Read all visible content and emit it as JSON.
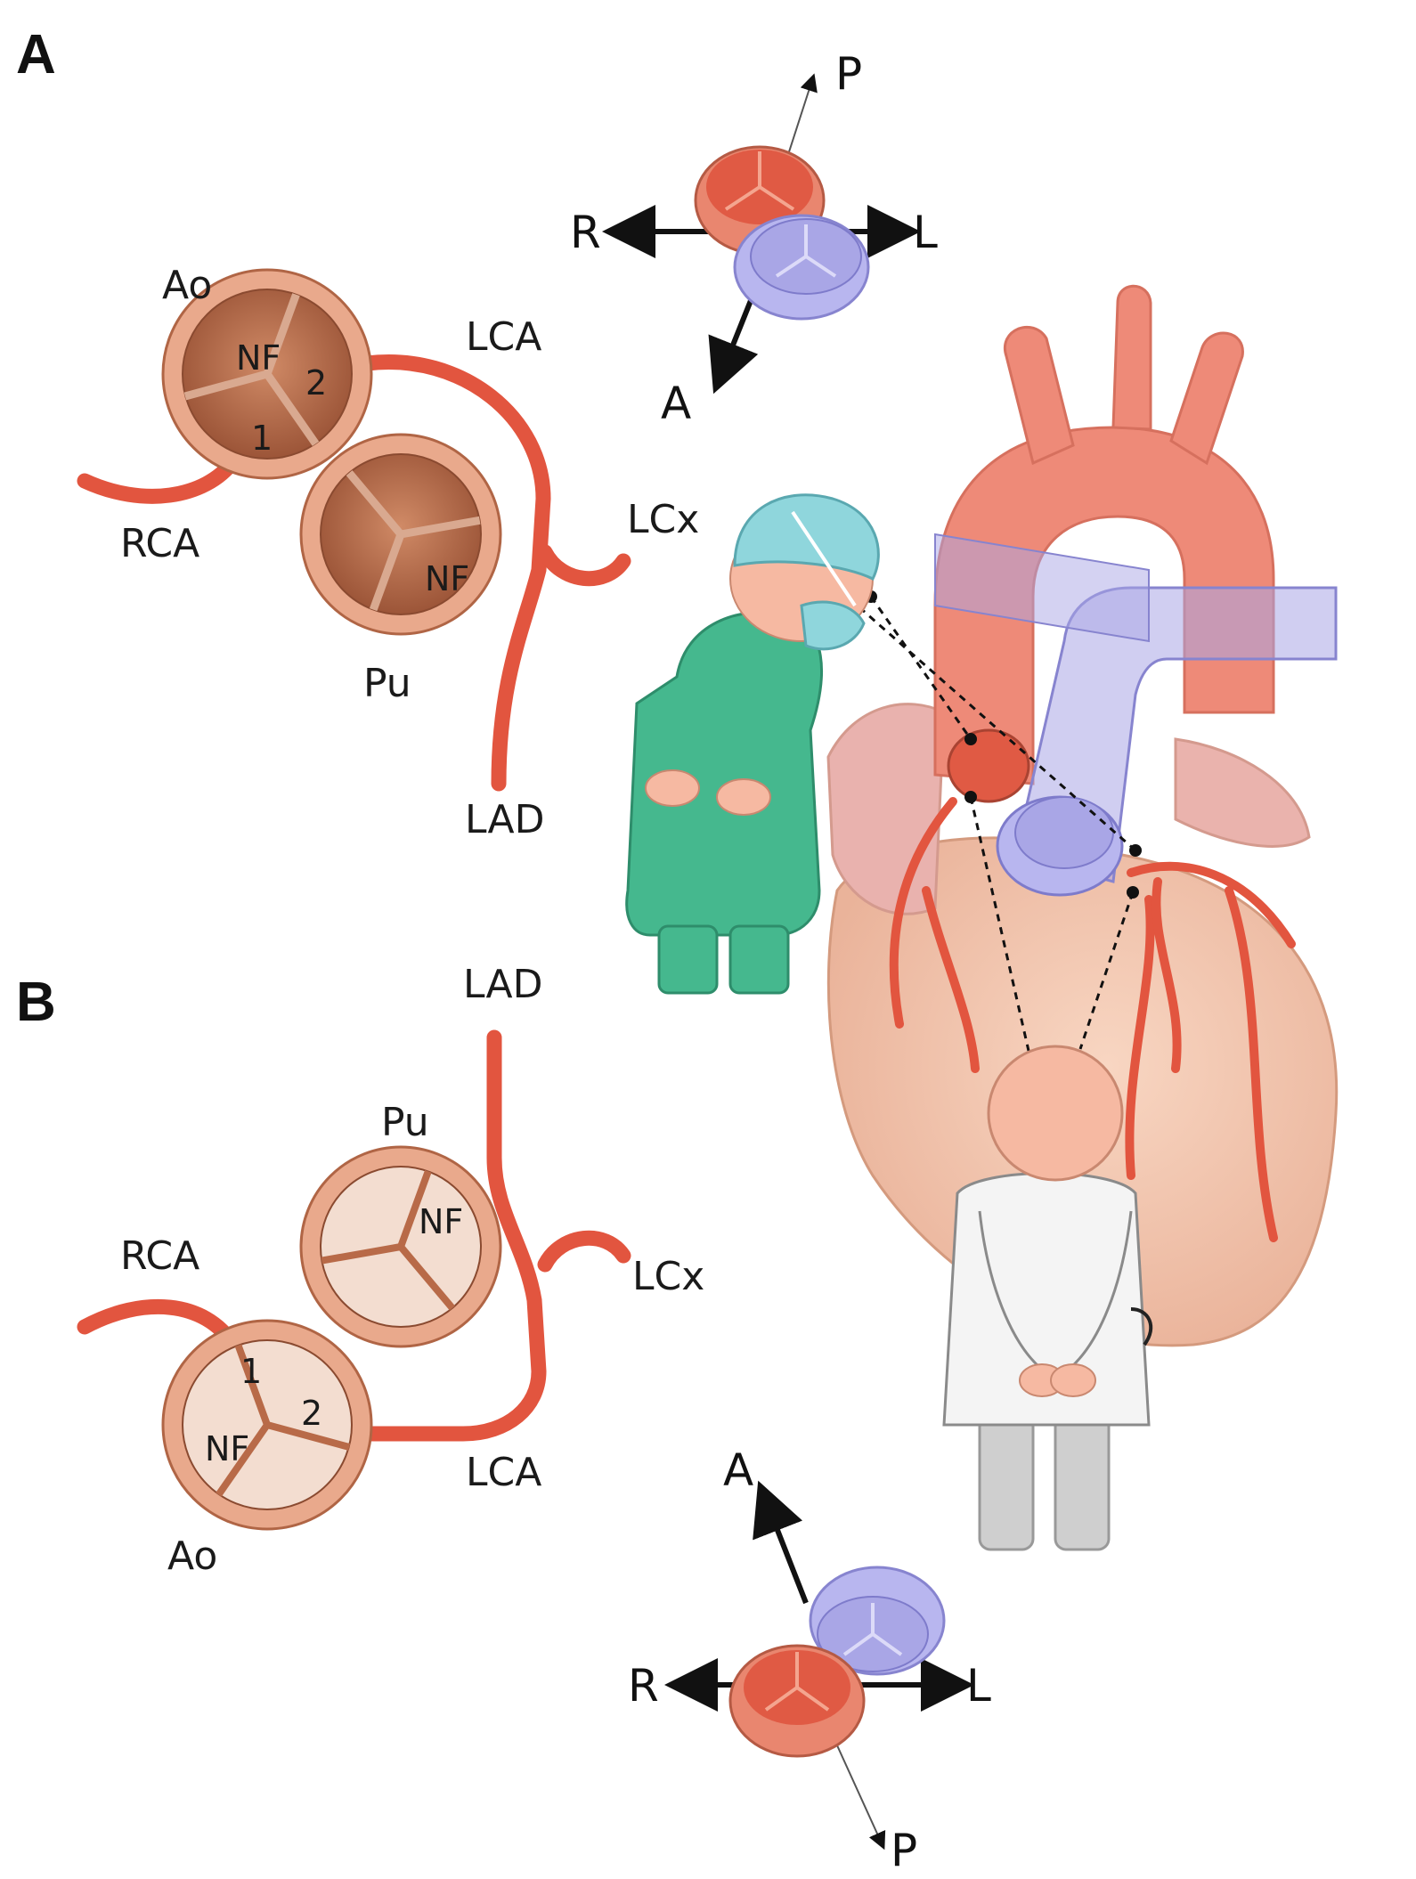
{
  "panels": {
    "a": {
      "letter": "A",
      "labels": {
        "ao": "Ao",
        "pu": "Pu",
        "lca": "LCA",
        "rca": "RCA",
        "lcx": "LCx",
        "lad": "LAD"
      },
      "aortic_cusps": [
        "NF",
        "2",
        "1"
      ],
      "pulmonary_cusp": "NF",
      "orientation": {
        "r": "R",
        "l": "L",
        "a": "A",
        "p": "P"
      }
    },
    "b": {
      "letter": "B",
      "labels": {
        "ao": "Ao",
        "pu": "Pu",
        "lca": "LCA",
        "rca": "RCA",
        "lcx": "LCx",
        "lad": "LAD"
      },
      "aortic_cusps": [
        "1",
        "2",
        "NF"
      ],
      "pulmonary_cusp": "NF",
      "orientation": {
        "r": "R",
        "l": "L",
        "a": "A",
        "p": "P"
      }
    }
  },
  "colors": {
    "artery": "#e2553f",
    "valve_ring": "#e9a98c",
    "valve_inner": "#b86a48",
    "pulmonary_blue": "#a9a6e6",
    "aorta": "#ee8a78",
    "heart": "#f3c7b0",
    "surgeon_gown": "#45b88e",
    "surgeon_cap": "#8fd6dc",
    "observer_coat": "#f4f4f4",
    "skin": "#f6b9a2"
  }
}
